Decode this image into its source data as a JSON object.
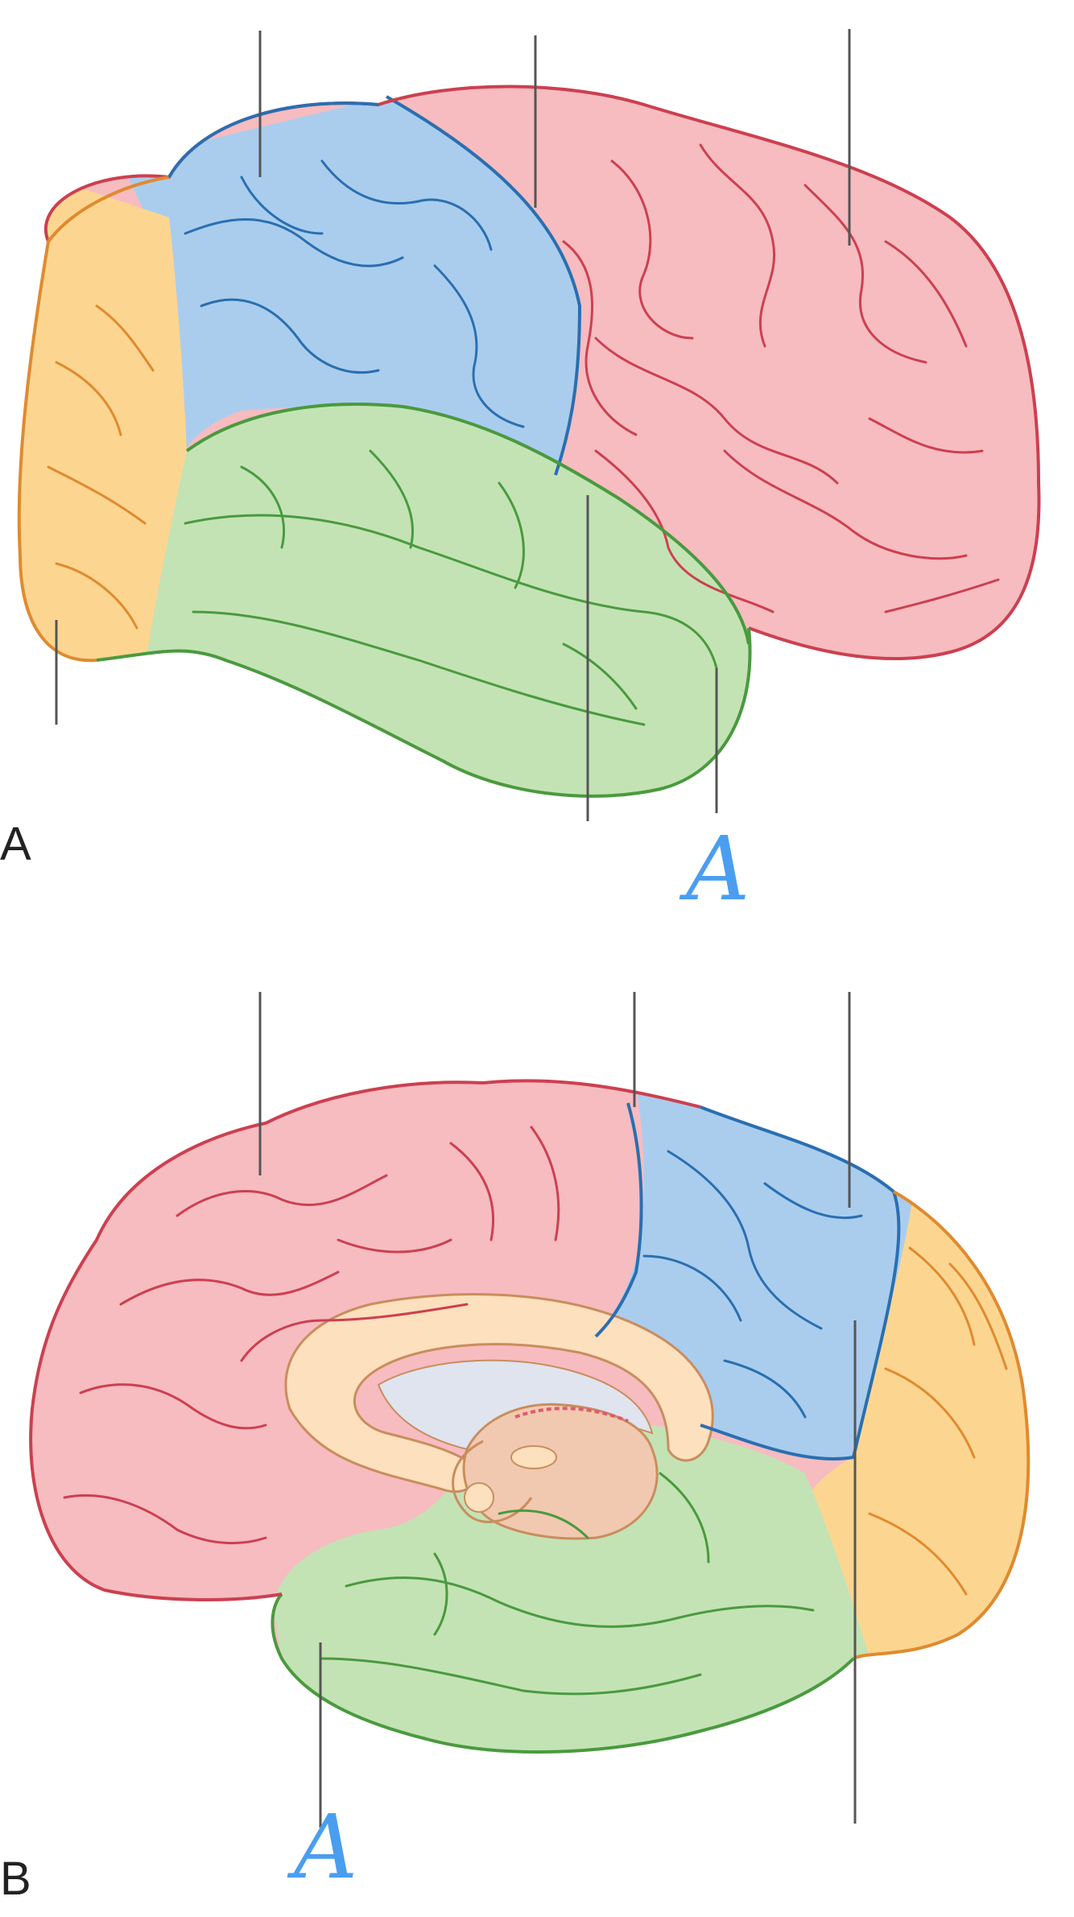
{
  "panels": [
    {
      "letter": "A",
      "view": "lateral",
      "handwritten": "A"
    },
    {
      "letter": "B",
      "view": "medial",
      "handwritten": "A"
    }
  ],
  "colors": {
    "frontal": "#f6bcc0",
    "frontal_line": "#cc4050",
    "parietal": "#aacdee",
    "parietal_line": "#2a6fb0",
    "temporal": "#c3e3b5",
    "temporal_line": "#4a9a3e",
    "occipital": "#fcd690",
    "occipital_line": "#e08a30",
    "handwriting": "#4a9ef0"
  }
}
